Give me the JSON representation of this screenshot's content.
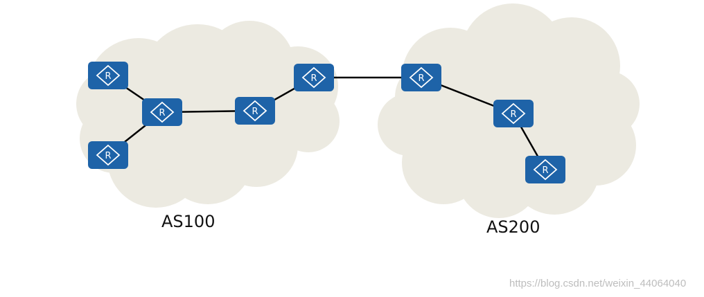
{
  "diagram": {
    "colors": {
      "cloud": "#ECEAE1",
      "router_fill": "#1E63A8",
      "router_symbol": "#ffffff",
      "link": "#000000"
    },
    "router_icon": "router-icon",
    "clouds": [
      {
        "id": "as100",
        "label": "AS100"
      },
      {
        "id": "as200",
        "label": "AS200"
      }
    ],
    "routers": [
      {
        "id": "r1",
        "as": "as100",
        "symbol": "R"
      },
      {
        "id": "r2",
        "as": "as100",
        "symbol": "R"
      },
      {
        "id": "r3",
        "as": "as100",
        "symbol": "R"
      },
      {
        "id": "r4",
        "as": "as100",
        "symbol": "R"
      },
      {
        "id": "r5",
        "as": "as100",
        "symbol": "R"
      },
      {
        "id": "r6",
        "as": "as200",
        "symbol": "R"
      },
      {
        "id": "r7",
        "as": "as200",
        "symbol": "R"
      },
      {
        "id": "r8",
        "as": "as200",
        "symbol": "R"
      }
    ],
    "links": [
      [
        "r1",
        "r2"
      ],
      [
        "r3",
        "r2"
      ],
      [
        "r2",
        "r4"
      ],
      [
        "r4",
        "r5"
      ],
      [
        "r5",
        "r6"
      ],
      [
        "r6",
        "r7"
      ],
      [
        "r7",
        "r8"
      ]
    ]
  },
  "watermark": "https://blog.csdn.net/weixin_44064040"
}
